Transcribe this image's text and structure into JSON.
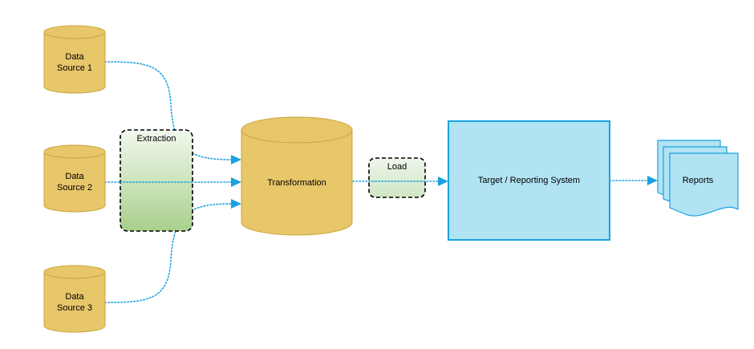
{
  "diagram": {
    "nodes": {
      "source1": {
        "label": "Data\nSource 1"
      },
      "source2": {
        "label": "Data\nSource 2"
      },
      "source3": {
        "label": "Data\nSource 3"
      },
      "extraction": {
        "label": "Extraction"
      },
      "transformation": {
        "label": "Transformation"
      },
      "load": {
        "label": "Load"
      },
      "target": {
        "label": "Target / Reporting System"
      },
      "reports": {
        "label": "Reports"
      }
    },
    "edges": [
      {
        "from": "source1",
        "to": "transformation",
        "style": "dotted"
      },
      {
        "from": "source2",
        "to": "transformation",
        "style": "dotted"
      },
      {
        "from": "source3",
        "to": "transformation",
        "style": "dotted"
      },
      {
        "from": "transformation",
        "to": "target",
        "style": "dotted"
      },
      {
        "from": "target",
        "to": "reports",
        "style": "dotted"
      }
    ]
  },
  "colors": {
    "database_fill": "#E8C66A",
    "database_stroke": "#C9A53A",
    "extraction_fill_top": "#ECF3E8",
    "extraction_fill_bottom": "#A9D18E",
    "target_fill": "#B1E3F3",
    "target_stroke": "#1BA1E2",
    "connector": "#1BA1E2"
  }
}
